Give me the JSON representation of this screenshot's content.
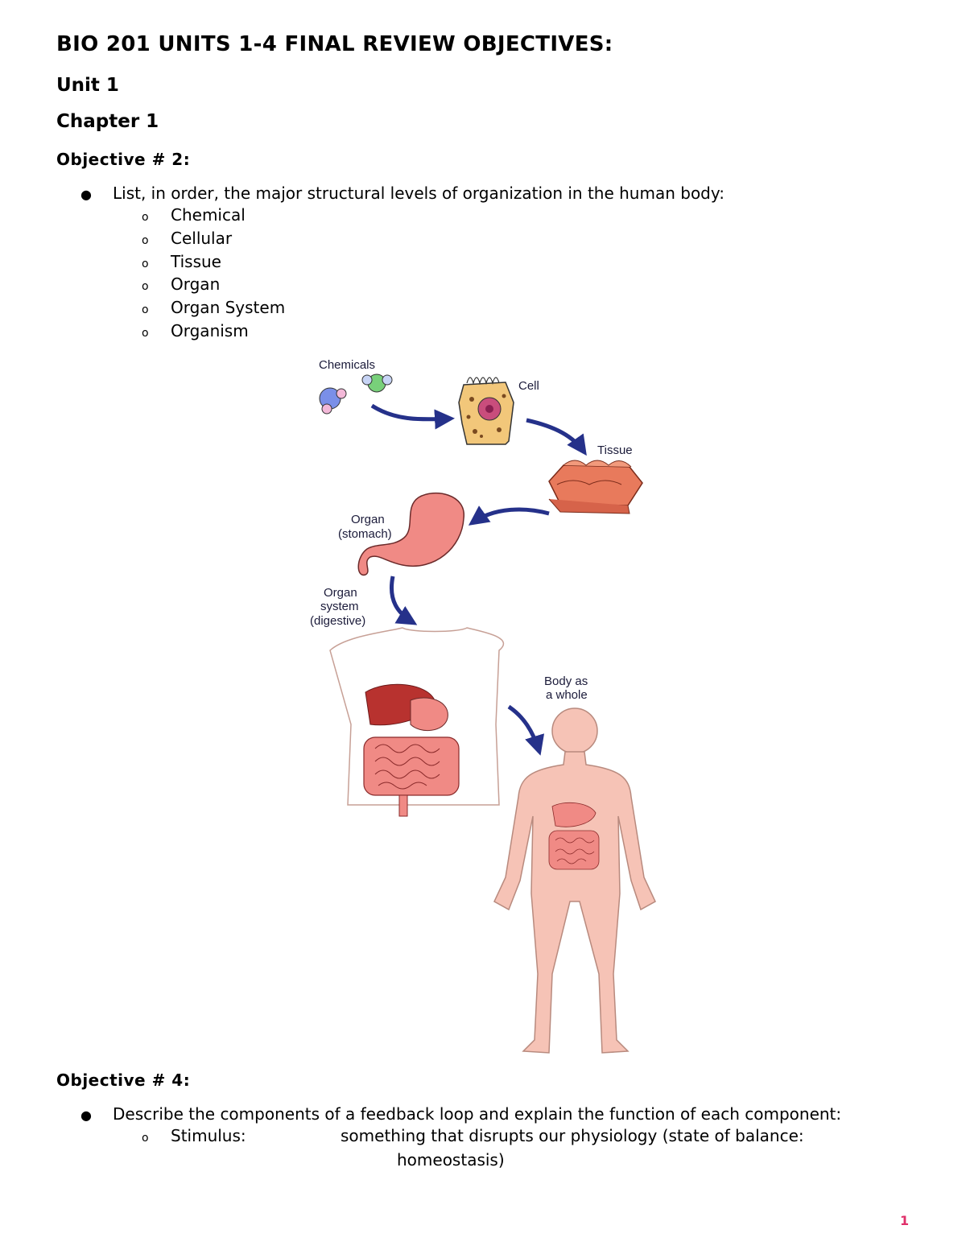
{
  "title": "BIO 201 UNITS 1-4 FINAL REVIEW OBJECTIVES:",
  "unit": "Unit 1",
  "chapter": "Chapter 1",
  "objective2": {
    "heading": "Objective # 2:",
    "bullet": "List, in order, the major structural levels of organization in the human body:",
    "items": [
      "Chemical",
      "Cellular",
      "Tissue",
      "Organ",
      "Organ System",
      "Organism"
    ]
  },
  "figure": {
    "labels": {
      "chemicals": "Chemicals",
      "cell": "Cell",
      "tissue": "Tissue",
      "organ_1": "Organ",
      "organ_2": "(stomach)",
      "system_1": "Organ",
      "system_2": "system",
      "system_3": "(digestive)",
      "body_1": "Body as",
      "body_2": "a whole"
    },
    "colors": {
      "arrow": "#25318a",
      "skin": "#f6c3b6",
      "organ": "#f08a85",
      "tissue": "#e87a5c"
    }
  },
  "objective4": {
    "heading": "Objective # 4:",
    "bullet": "Describe the components of a feedback loop and explain the function of each component:",
    "items": [
      {
        "term": "Stimulus:",
        "desc_1": "something that disrupts our physiology (state of balance:",
        "desc_2": "homeostasis)"
      }
    ]
  },
  "page_number": "1"
}
